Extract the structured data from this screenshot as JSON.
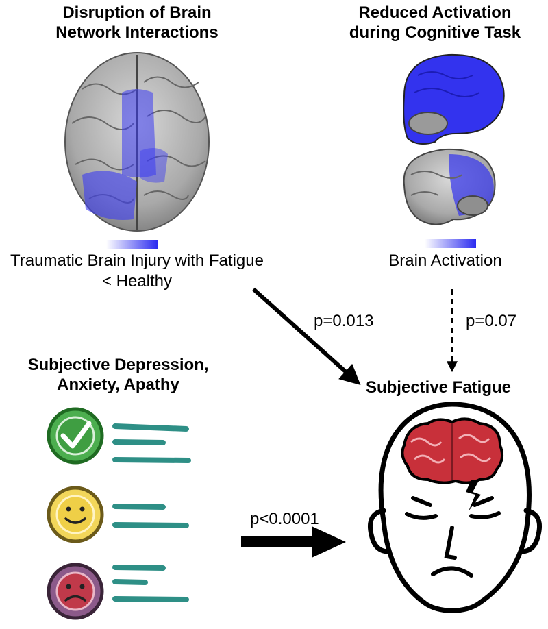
{
  "network_panel": {
    "title_line1": "Disruption of Brain",
    "title_line2": "Network Interactions",
    "caption_line1": "Traumatic Brain Injury with Fatigue",
    "caption_line2": "< Healthy"
  },
  "activation_panel": {
    "title_line1": "Reduced Activation",
    "title_line2": "during Cognitive Task",
    "caption": "Brain Activation"
  },
  "questionnaire_panel": {
    "title_line1": "Subjective Depression,",
    "title_line2": "Anxiety, Apathy"
  },
  "outcome": {
    "title": "Subjective Fatigue"
  },
  "arrows": {
    "network_p": "p=0.013",
    "activation_p": "p=0.07",
    "questionnaire_p": "p<0.0001"
  },
  "colors": {
    "activation_blue": "#2b2bf0",
    "check_green": "#4cae4f",
    "smile_yellow": "#f2d65a",
    "frown_purple": "#8c5a8a",
    "line_teal": "#2e8f86",
    "brain_red": "#c8303a"
  }
}
